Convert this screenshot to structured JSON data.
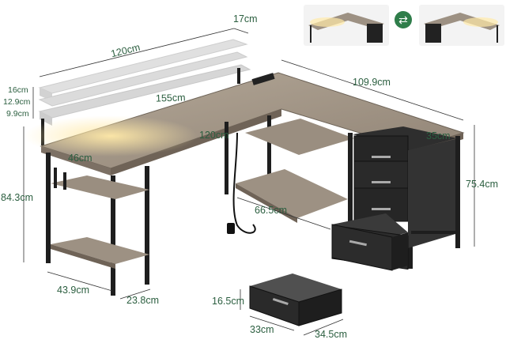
{
  "labels": {
    "shelf_depth": "17cm",
    "shelf_width": "120cm",
    "gap_top": "16cm",
    "gap_mid": "12.9cm",
    "gap_low": "9.9cm",
    "desk_length": "155cm",
    "side_length": "109.9cm",
    "inner_length": "120cm",
    "desk_depth": "46cm",
    "side_depth": "35cm",
    "height_left": "84.3cm",
    "height_right": "75.4cm",
    "cabinet_gap": "66.5cm",
    "base_depth": "43.9cm",
    "base_width": "23.8cm",
    "drawer_height": "16.5cm",
    "drawer_width": "33cm",
    "drawer_depth": "34.5cm"
  },
  "colors": {
    "accent": "#2b5e3f",
    "wood": "#a79a8a",
    "frame": "#1e1e1e",
    "fabric": "#2a2a2a"
  },
  "icons": {
    "swap": "swap-arrows-icon"
  }
}
